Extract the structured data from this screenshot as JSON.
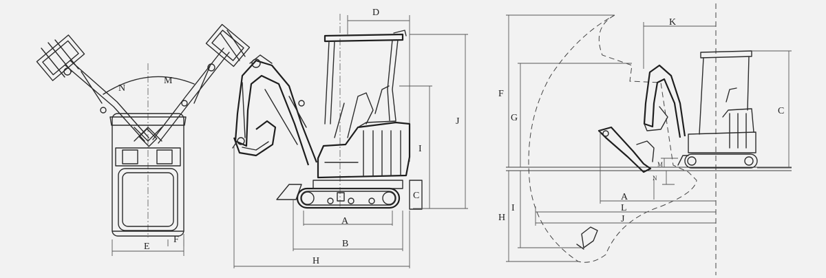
{
  "views": {
    "top": {
      "labels": {
        "swing_left": "N",
        "swing_right": "M",
        "width": "E",
        "track_width": "F"
      }
    },
    "side": {
      "labels": {
        "track_length": "A",
        "track_overall": "B",
        "overall_length": "H",
        "cab_width": "D",
        "ground_clearance": "C",
        "cab_height": "J",
        "body_height": "I"
      }
    },
    "working_range": {
      "labels": {
        "arm_offset": "K",
        "max_dig_height": "F",
        "max_dump_height": "G",
        "overall_height": "C",
        "max_dig_depth": "H",
        "vertical_wall_depth": "I",
        "A": "A",
        "L": "L",
        "J": "J",
        "blade_lift": "M",
        "blade_drop": "N"
      }
    }
  },
  "colors": {
    "background": "#f2f2f2",
    "line": "#2b2b2b"
  }
}
